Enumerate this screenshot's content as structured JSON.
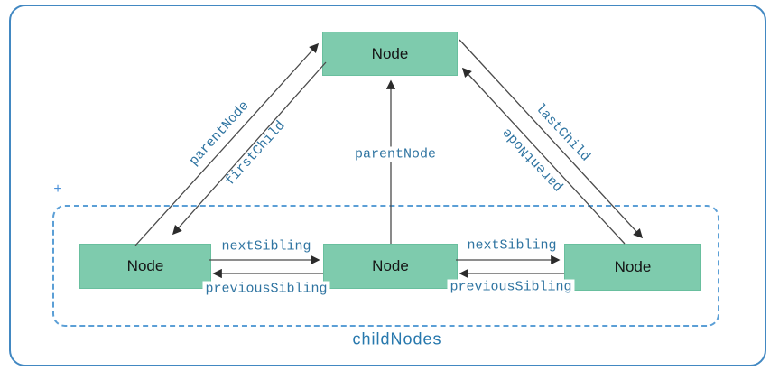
{
  "diagram": {
    "nodes": {
      "parent": {
        "label": "Node"
      },
      "child_left": {
        "label": "Node"
      },
      "child_middle": {
        "label": "Node"
      },
      "child_right": {
        "label": "Node"
      }
    },
    "edges": {
      "parent_left": {
        "label": "parentNode"
      },
      "first_child": {
        "label": "firstChild"
      },
      "parent_middle": {
        "label": "parentNode"
      },
      "last_child": {
        "label": "lastChild"
      },
      "parent_right": {
        "label": "parentNode"
      },
      "next_sibling_left": {
        "label": "nextSibling"
      },
      "previous_sibling_left": {
        "label": "previousSibling"
      },
      "next_sibling_right": {
        "label": "nextSibling"
      },
      "previous_sibling_right": {
        "label": "previousSibling"
      }
    },
    "container": {
      "label": "childNodes",
      "marker": "+"
    },
    "colors": {
      "node_fill": "#7ecbad",
      "edge_label_blue": "#2f74a1",
      "container_label_blue": "#2778ad",
      "dashed_border_blue": "#5b9fd6",
      "outer_border_blue": "#4288c2",
      "arrow_line": "#4a4a4a",
      "arrow_head": "#2b2b2b"
    }
  }
}
